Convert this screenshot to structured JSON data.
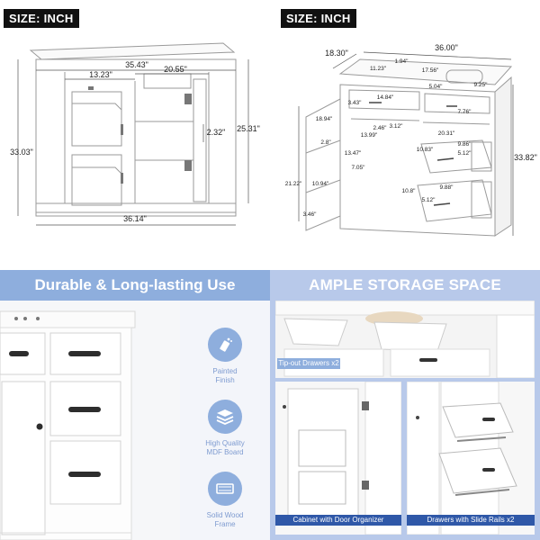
{
  "top_left": {
    "tag": "SIZE: INCH",
    "dims": [
      "35.43\"",
      "13.23\"",
      "20.55\"",
      "2.32\"",
      "25.31\"",
      "33.03\"",
      "36.14\""
    ]
  },
  "top_right": {
    "tag": "SIZE: INCH",
    "dims": [
      "18.30\"",
      "36.00\"",
      "11.23\"",
      "1.94\"",
      "17.56\"",
      "5.04\"",
      "9.25\"",
      "14.84\"",
      "7.76\"",
      "3.43\"",
      "18.94\"",
      "3.12\"",
      "2.46\"",
      "13.99\"",
      "20.31\"",
      "10.83\"",
      "9.86\"",
      "13.47\"",
      "2.8\"",
      "5.12\"",
      "7.05\"",
      "10.94\"",
      "21.22\"",
      "10.8\"",
      "9.88\"",
      "5.12\"",
      "3.46\"",
      "33.82\""
    ]
  },
  "bottom_left": {
    "title": "Durable & Long-lasting Use",
    "features": [
      {
        "label": "Painted\nFinish",
        "icon": "paint-spray-icon"
      },
      {
        "label": "High Quality\nMDF Board",
        "icon": "layers-icon"
      },
      {
        "label": "Solid Wood\nFrame",
        "icon": "wood-frame-icon"
      }
    ]
  },
  "bottom_right": {
    "title": "AMPLE STORAGE SPACE",
    "captions": {
      "top": "Tip-out Drawers x2",
      "left": "Cabinet with Door Organizer",
      "right": "Drawers with Slide Rails x2"
    }
  },
  "colors": {
    "accent": "#8eaedd",
    "caption": "#2f58a8",
    "storage_bg": "#b8c9ea"
  }
}
